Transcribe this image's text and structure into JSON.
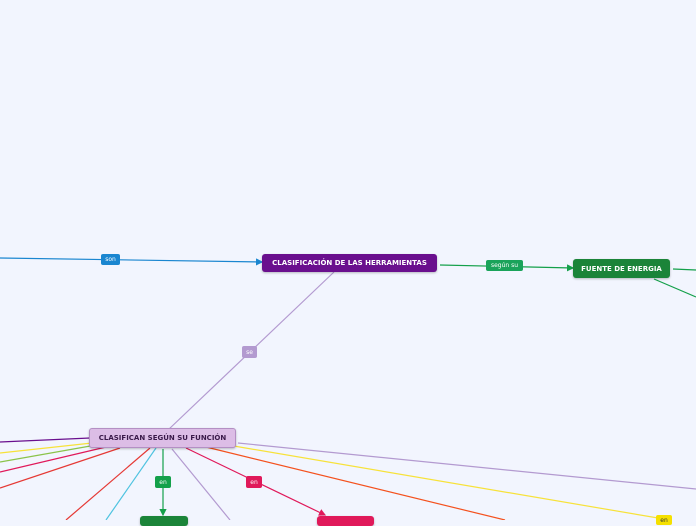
{
  "nodes": {
    "main": {
      "text": "CLASIFICACIÓN DE LAS HERRAMIENTAS",
      "color": "#6a0f8e"
    },
    "energy": {
      "text": "FUENTE DE ENERGIA",
      "color": "#1b8439"
    },
    "function": {
      "text": "CLASIFICAN SEGÚN SU FUNCIÓN",
      "bg": "#dcbde6",
      "border": "#b48fc4",
      "color": "#3a1a4a"
    }
  },
  "labels": {
    "son": {
      "text": "son",
      "color": "#1a86d0"
    },
    "segun_su": {
      "text": "según su",
      "color": "#1aa35a"
    },
    "se": {
      "text": "se",
      "color": "#b39ad0"
    },
    "en_green": {
      "text": "en",
      "color": "#14a04a"
    },
    "en_pink": {
      "text": "en",
      "color": "#e0195a"
    },
    "partial_yellow": {
      "text": "en",
      "color": "#f5e000"
    }
  },
  "colors": {
    "blue": "#1a86d0",
    "green": "#14a04a",
    "lavender": "#b39ad0",
    "purple": "#6a0f8e",
    "yellow": "#f7e23a",
    "lime": "#8bc34a",
    "crimson": "#e0195a",
    "red": "#e53935",
    "orange": "#f4511e",
    "cyan": "#4fc3e0"
  }
}
